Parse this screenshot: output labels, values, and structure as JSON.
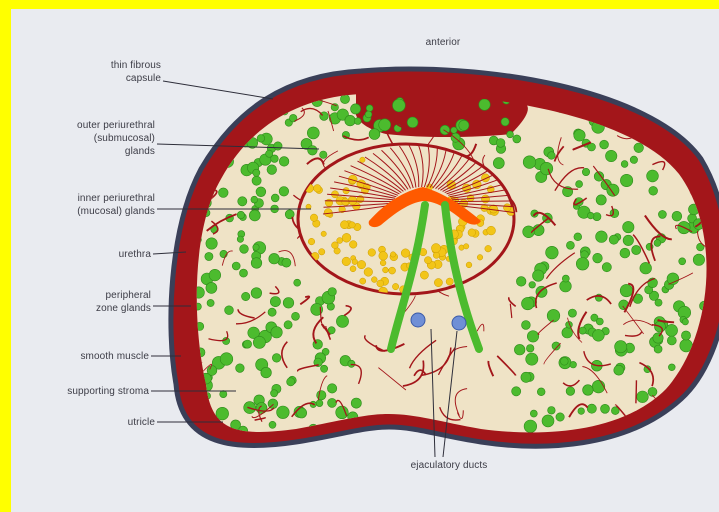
{
  "figure": {
    "labels": {
      "anterior": "anterior",
      "capsule": [
        "thin fibrous",
        "capsule"
      ],
      "outer_periurethral": [
        "outer periurethral",
        "(submucosal)",
        "glands"
      ],
      "inner_periurethral": [
        "inner periurethral",
        "(mucosal) glands"
      ],
      "urethra": "urethra",
      "peripheral": [
        "peripheral",
        "zone glands"
      ],
      "smooth_muscle": "smooth muscle",
      "supporting_stroma": "supporting stroma",
      "utricle": "utricle",
      "ejaculatory_ducts": "ejaculatory ducts"
    },
    "colors": {
      "frame": "#ffff00",
      "background": "#e9ebf0",
      "capsule_outline": "#3a3f58",
      "muscle": "#a3161a",
      "stroma": "#efe3c6",
      "peripheral_glands": "#4cbb2e",
      "mucosal_glands": "#f2c518",
      "urethra": "#ff5a00",
      "ducts": "#6f8fd6"
    }
  }
}
